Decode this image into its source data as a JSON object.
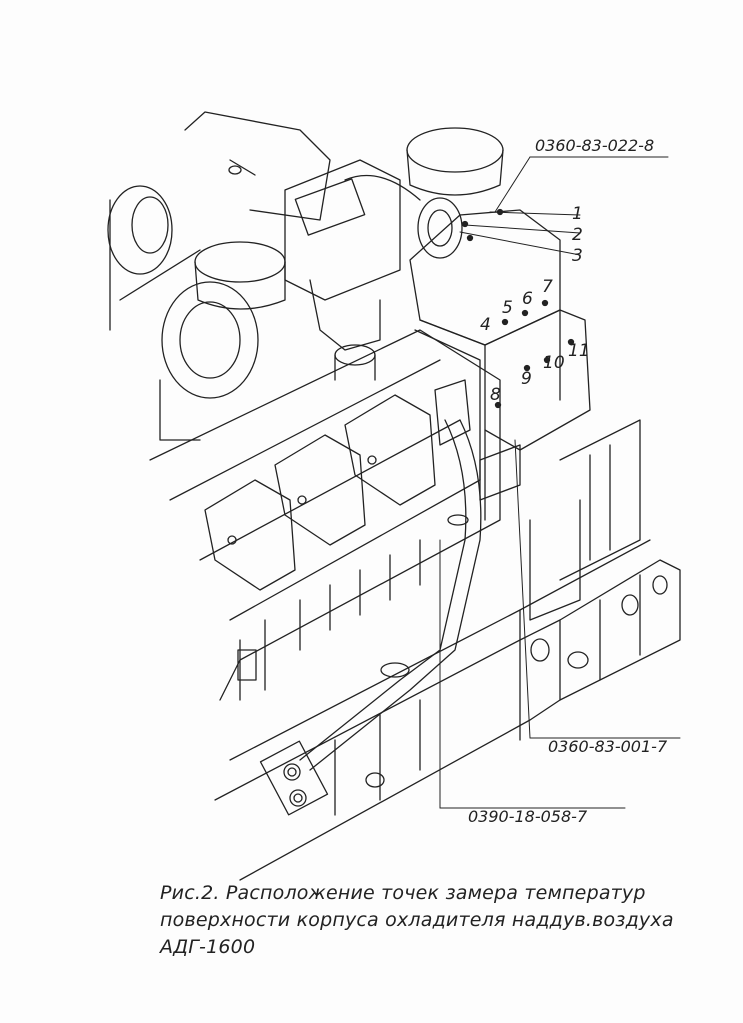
{
  "part_labels": {
    "p1": "0360-83-022-8",
    "p2": "0360-83-001-7",
    "p3": "0390-18-058-7"
  },
  "point_labels": [
    "1",
    "2",
    "3",
    "4",
    "5",
    "6",
    "7",
    "8",
    "9",
    "10",
    "11"
  ],
  "caption": {
    "line1": "Рис.2. Расположение точек замера температур",
    "line2": "поверхности корпуса охладителя наддув.воздуха",
    "line3": "АДГ-1600"
  }
}
